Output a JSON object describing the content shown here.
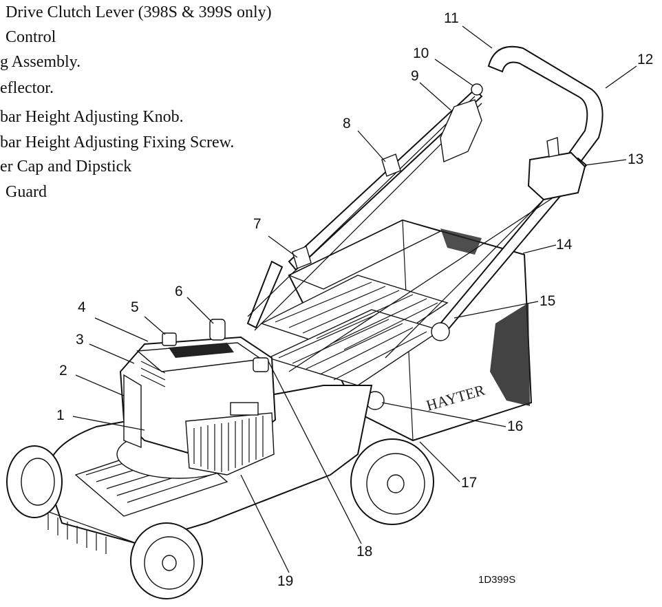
{
  "legend": [
    {
      "text": "Drive Clutch Lever (398S & 399S only)"
    },
    {
      "text": "Control"
    },
    {
      "text": "g Assembly."
    },
    {
      "text": "eflector."
    },
    {
      "text": "bar Height Adjusting Knob."
    },
    {
      "text": "bar Height Adjusting Fixing Screw."
    },
    {
      "text": "er Cap and Dipstick"
    },
    {
      "text": "Guard"
    }
  ],
  "callouts": [
    "1",
    "2",
    "3",
    "4",
    "5",
    "6",
    "7",
    "8",
    "9",
    "10",
    "11",
    "12",
    "13",
    "14",
    "15",
    "16",
    "17",
    "18",
    "19"
  ],
  "brand": "HAYTER",
  "figure_code": "1D399S"
}
